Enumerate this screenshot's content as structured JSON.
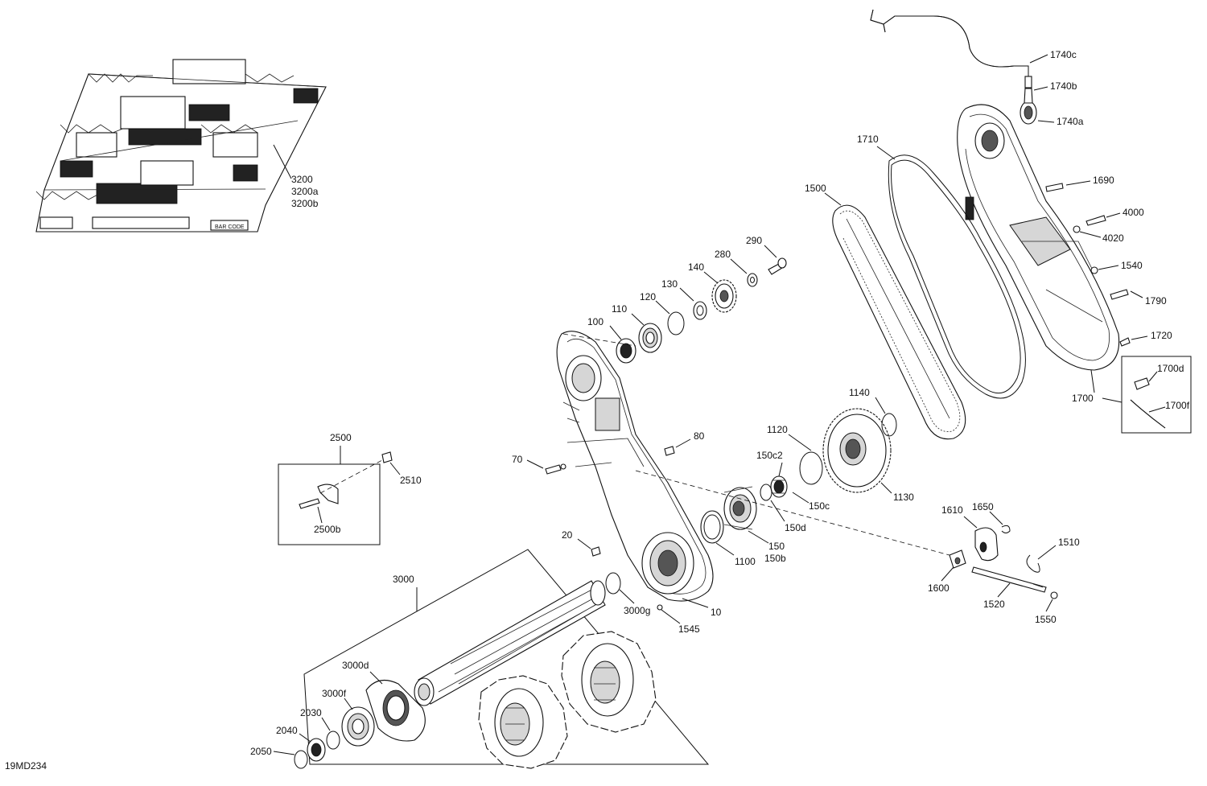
{
  "diagram": {
    "code": "19MD234",
    "callouts": {
      "c3200": "3200",
      "c3200a": "3200a",
      "c3200b": "3200b",
      "c1740c": "1740c",
      "c1740b": "1740b",
      "c1740a": "1740a",
      "c1710": "1710",
      "c1690": "1690",
      "c1500": "1500",
      "c4000": "4000",
      "c4020": "4020",
      "c1540": "1540",
      "c1790": "1790",
      "c1720": "1720",
      "c1700d": "1700d",
      "c1700": "1700",
      "c1700f": "1700f",
      "c290": "290",
      "c280": "280",
      "c140": "140",
      "c130": "130",
      "c120": "120",
      "c110": "110",
      "c100": "100",
      "c1140": "1140",
      "c1120": "1120",
      "c150c2": "150c2",
      "c150c": "150c",
      "c150d": "150d",
      "c1130": "1130",
      "c150": "150",
      "c150b": "150b",
      "c1100": "1100",
      "c80": "80",
      "c70": "70",
      "c20": "20",
      "c10": "10",
      "c1545": "1545",
      "c2500": "2500",
      "c2510": "2510",
      "c2500b": "2500b",
      "c1610": "1610",
      "c1650": "1650",
      "c1510": "1510",
      "c1600": "1600",
      "c1520": "1520",
      "c1550": "1550",
      "c3000": "3000",
      "c3000g": "3000g",
      "c3000d": "3000d",
      "c3000f": "3000f",
      "c2030": "2030",
      "c2040": "2040",
      "c2050": "2050"
    },
    "track_decal": "BAR CODE"
  }
}
